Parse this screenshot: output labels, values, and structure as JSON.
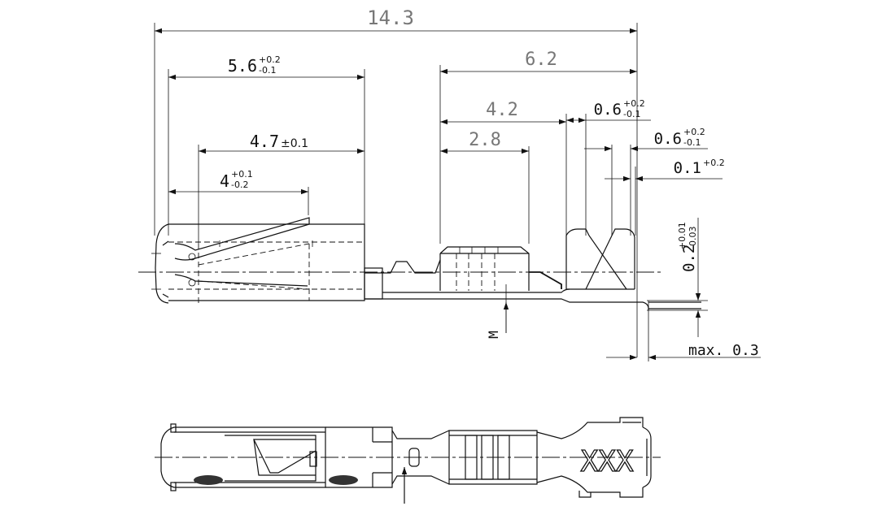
{
  "dimensions": {
    "overall_length": "14.3",
    "width_5_6": {
      "nominal": "5.6",
      "upper": "+0.2",
      "lower": "-0.1"
    },
    "length_4_7": {
      "nominal": "4.7",
      "tol": "±0.1"
    },
    "length_4": {
      "nominal": "4",
      "upper": "+0.1",
      "lower": "-0.2"
    },
    "length_6_2": "6.2",
    "length_4_2": "4.2",
    "length_2_8": "2.8",
    "width_0_6_a": {
      "nominal": "0.6",
      "upper": "+0.2",
      "lower": "-0.1"
    },
    "width_0_6_b": {
      "nominal": "0.6",
      "upper": "+0.2",
      "lower": "-0.1"
    },
    "gap_0_1": {
      "nominal": "0.1",
      "upper": "+0.2"
    },
    "thickness_0_2": {
      "nominal": "0.2",
      "upper": "+0.01",
      "lower": "-0.03"
    },
    "max_offset": "max. 0.3"
  },
  "labels": {
    "section_marker": "M",
    "part_marking": "XXX"
  }
}
